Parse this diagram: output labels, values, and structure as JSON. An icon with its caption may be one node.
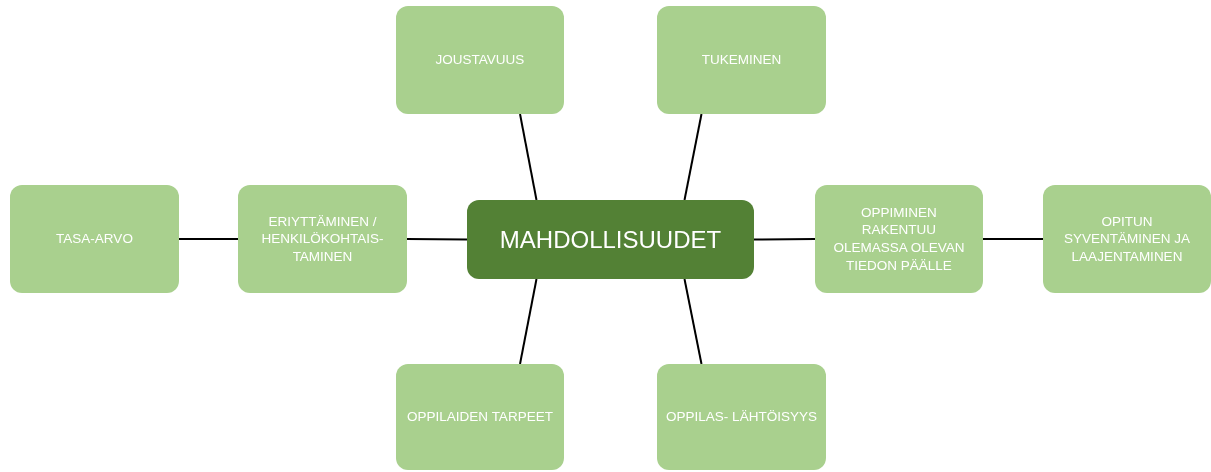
{
  "diagram": {
    "nodes": [
      {
        "text": [
          "MAHDOLLISUUDET"
        ]
      },
      {
        "text": [
          "JOUSTAVUUS"
        ]
      },
      {
        "text": [
          "TUKEMINEN"
        ]
      },
      {
        "text": [
          "TASA-ARVO"
        ]
      },
      {
        "text": [
          "ERIYTTÄMINEN / HENKILÖKOHTAIS- TAMINEN"
        ]
      },
      {
        "text": [
          "OPPIMINEN RAKENTUU OLEMASSA OLEVAN TIEDON PÄÄLLE"
        ]
      },
      {
        "text": [
          "OPITUN SYVENTÄMINEN JA LAAJENTAMINEN"
        ]
      },
      {
        "text": [
          "OPPILAIDEN TARPEET"
        ]
      },
      {
        "text": [
          "OPPILAS- LÄHTÖISYYS"
        ]
      }
    ],
    "edges": [
      {
        "from": 0,
        "to": 1,
        "arrow": "none"
      },
      {
        "from": 0,
        "to": 2,
        "arrow": "none"
      },
      {
        "from": 4,
        "to": 3,
        "arrow": "none"
      },
      {
        "from": 0,
        "to": 4,
        "arrow": "none"
      },
      {
        "from": 0,
        "to": 5,
        "arrow": "none"
      },
      {
        "from": 5,
        "to": 6,
        "arrow": "none"
      },
      {
        "from": 0,
        "to": 7,
        "arrow": "none"
      },
      {
        "from": 0,
        "to": 8,
        "arrow": "none"
      }
    ]
  }
}
